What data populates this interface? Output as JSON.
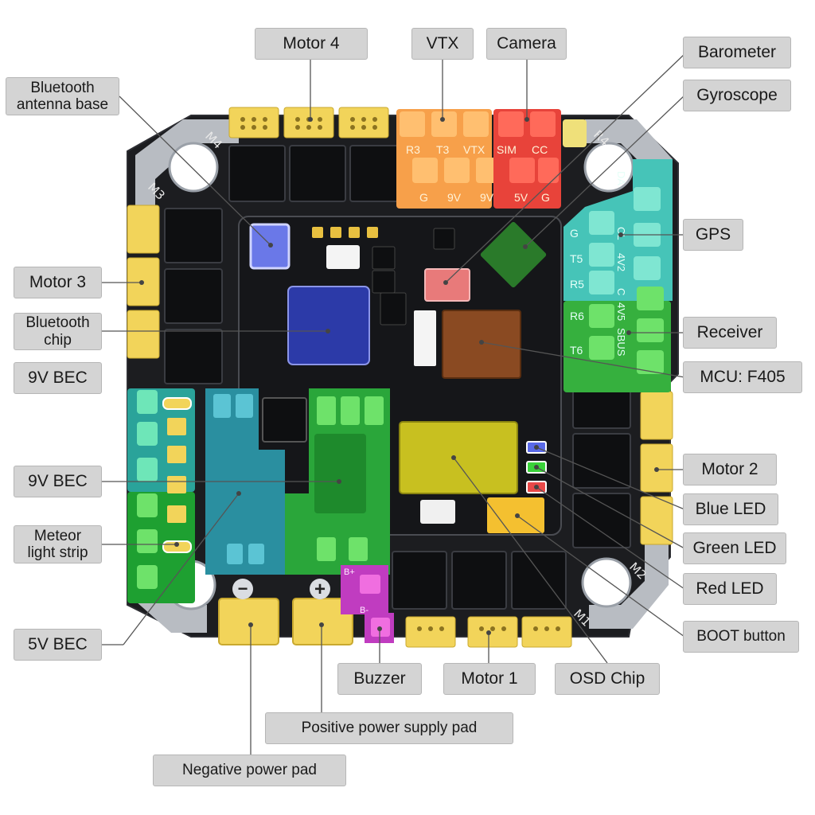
{
  "labels": {
    "motor4": "Motor 4",
    "vtx": "VTX",
    "camera": "Camera",
    "barometer": "Barometer",
    "gyroscope": "Gyroscope",
    "bt_antenna": "Bluetooth\nantenna base",
    "motor3": "Motor 3",
    "bt_chip": "Bluetooth\nchip",
    "bec9v_top": "9V BEC",
    "bec9v": "9V BEC",
    "meteor": "Meteor\nlight strip",
    "bec5v": "5V BEC",
    "gps": "GPS",
    "receiver": "Receiver",
    "mcu": "MCU: F405",
    "motor2": "Motor 2",
    "blue_led": "Blue LED",
    "green_led": "Green LED",
    "red_led": "Red LED",
    "boot": "BOOT button",
    "buzzer": "Buzzer",
    "motor1": "Motor 1",
    "osd": "OSD Chip",
    "pos_pad": "Positive power supply pad",
    "neg_pad": "Negative power pad"
  },
  "silkscreen": {
    "m1": "M1",
    "m2": "M2",
    "m3": "M3",
    "m4": "M4",
    "r4": "R4",
    "vtx_row1": [
      "R3",
      "T3",
      "VTX"
    ],
    "vtx_row2": [
      "G",
      "9V",
      "9V"
    ],
    "cam_row1": [
      "SIM",
      "CC"
    ],
    "cam_row2": [
      "5V",
      "G"
    ],
    "gps_col": [
      "G",
      "T5",
      "R5"
    ],
    "rx_col": [
      "R6",
      "T6"
    ],
    "right_vert": [
      "DA",
      "CL",
      "4V2",
      "C",
      "4V5",
      "SBUS"
    ],
    "minus": "−",
    "plus": "+",
    "buzzer_sym": [
      "B+",
      "B-"
    ]
  },
  "colors": {
    "board": "#1c1d20",
    "motor_pad": "#f2d45a",
    "vtx": "#f7a04a",
    "camera": "#e8433a",
    "gps": "#46c4b8",
    "receiver": "#36b03e",
    "bec9v": "#2aa63a",
    "bec5v": "#2a8fa0",
    "bt_chip": "#2c3aa8",
    "mcu": "#8a4a22",
    "osd": "#c8c020",
    "buzzer": "#c03cc0"
  }
}
